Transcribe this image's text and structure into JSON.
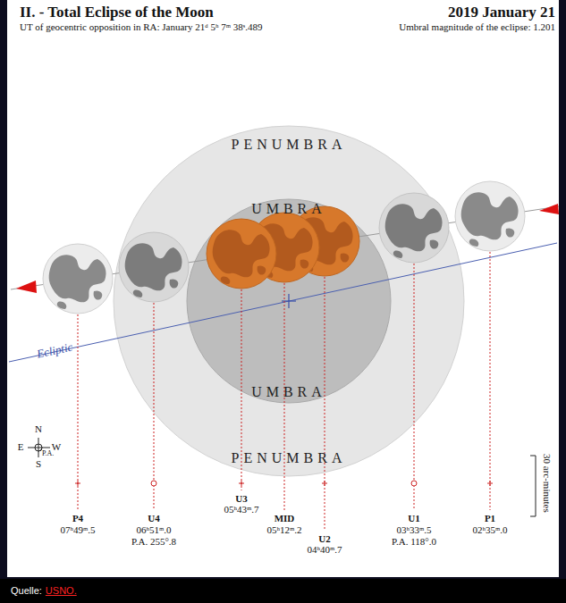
{
  "diagram": {
    "title": "II. - Total Eclipse of the Moon",
    "nodes": [
      {
        "text": [
          "PENUMBRA",
          "PENUMBRA"
        ]
      },
      {
        "text": [
          "UMBRA",
          "UMBRA"
        ],
        "in": 0
      }
    ],
    "labels": [
      "2019 January 21",
      "UT of geocentric opposition in RA: January 21ᵈ 5ʰ 7ᵐ 38ˢ.489",
      "Umbral magnitude of the eclipse: 1.201",
      "Ecliptic",
      "N",
      "E",
      "W",
      "S",
      "P.A.",
      "P4",
      "07ʰ49ᵐ.5",
      "U4",
      "06ʰ51ᵐ.0",
      "P.A. 255°.8",
      "U3",
      "05ʰ43ᵐ.7",
      "MID",
      "05ʰ12ᵐ.2",
      "U2",
      "04ʰ40ᵐ.7",
      "U1",
      "03ʰ33ᵐ.5",
      "P.A. 118°.0",
      "P1",
      "02ʰ35ᵐ.0",
      "30 arc-minutes",
      "Quelle:",
      "USNO."
    ]
  }
}
